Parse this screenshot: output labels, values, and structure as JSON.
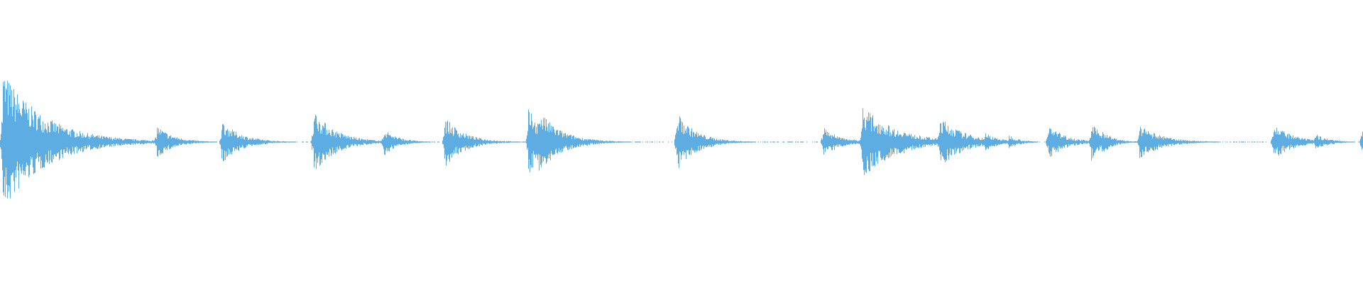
{
  "waveform": {
    "color": "#5DADE2",
    "background": "#FFFFFF",
    "transients": [
      {
        "t": 0.0017,
        "amp": 1.0,
        "decay": 0.03
      },
      {
        "t": 0.0375,
        "amp": 0.2,
        "decay": 0.01
      },
      {
        "t": 0.1147,
        "amp": 0.24,
        "decay": 0.012
      },
      {
        "t": 0.1625,
        "amp": 0.3,
        "decay": 0.014
      },
      {
        "t": 0.1771,
        "amp": 0.06,
        "decay": 0.008
      },
      {
        "t": 0.2297,
        "amp": 0.46,
        "decay": 0.016
      },
      {
        "t": 0.2578,
        "amp": 0.03,
        "decay": 0.006
      },
      {
        "t": 0.2813,
        "amp": 0.2,
        "decay": 0.01
      },
      {
        "t": 0.326,
        "amp": 0.36,
        "decay": 0.014
      },
      {
        "t": 0.3875,
        "amp": 0.46,
        "decay": 0.014
      },
      {
        "t": 0.3948,
        "amp": 0.46,
        "decay": 0.016
      },
      {
        "t": 0.4963,
        "amp": 0.42,
        "decay": 0.014
      },
      {
        "t": 0.5224,
        "amp": 0.04,
        "decay": 0.006
      },
      {
        "t": 0.6036,
        "amp": 0.22,
        "decay": 0.012
      },
      {
        "t": 0.6323,
        "amp": 0.52,
        "decay": 0.024
      },
      {
        "t": 0.6609,
        "amp": 0.2,
        "decay": 0.01
      },
      {
        "t": 0.6891,
        "amp": 0.36,
        "decay": 0.018
      },
      {
        "t": 0.7224,
        "amp": 0.14,
        "decay": 0.01
      },
      {
        "t": 0.7401,
        "amp": 0.1,
        "decay": 0.008
      },
      {
        "t": 0.7688,
        "amp": 0.26,
        "decay": 0.012
      },
      {
        "t": 0.8005,
        "amp": 0.26,
        "decay": 0.01
      },
      {
        "t": 0.8083,
        "amp": 0.18,
        "decay": 0.008
      },
      {
        "t": 0.8359,
        "amp": 0.24,
        "decay": 0.016
      },
      {
        "t": 0.863,
        "amp": 0.05,
        "decay": 0.006
      },
      {
        "t": 0.9339,
        "amp": 0.26,
        "decay": 0.014
      },
      {
        "t": 0.9646,
        "amp": 0.12,
        "decay": 0.01
      },
      {
        "t": 0.999,
        "amp": 0.24,
        "decay": 0.01
      }
    ]
  }
}
